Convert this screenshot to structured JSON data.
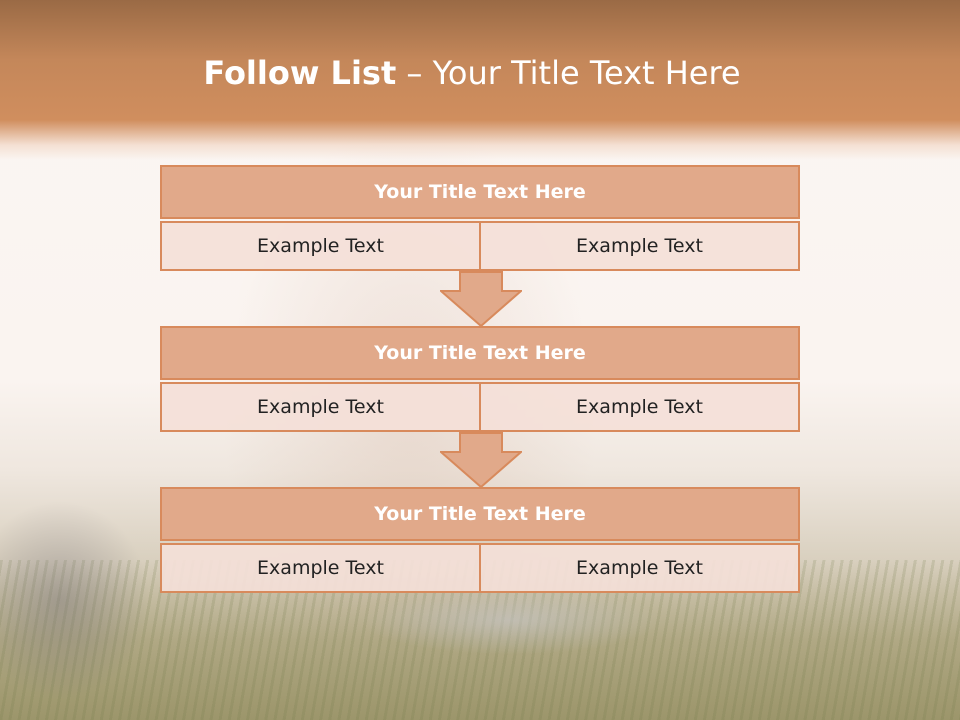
{
  "slide": {
    "title_bold": "Follow List",
    "title_rest": "– Your Title Text Here"
  },
  "blocks": [
    {
      "title": "Your Title Text Here",
      "left": "Example Text",
      "right": "Example Text"
    },
    {
      "title": "Your Title Text Here",
      "left": "Example Text",
      "right": "Example Text"
    },
    {
      "title": "Your Title Text Here",
      "left": "Example Text",
      "right": "Example Text"
    }
  ],
  "colors": {
    "header": "#d08e5e",
    "block_title_fill": "#e1a98a",
    "block_border": "#d88a5c",
    "cell_fill": "#f4e0d8",
    "arrow_fill": "#e1a98a"
  },
  "icons": {
    "connector": "down-arrow-icon"
  }
}
